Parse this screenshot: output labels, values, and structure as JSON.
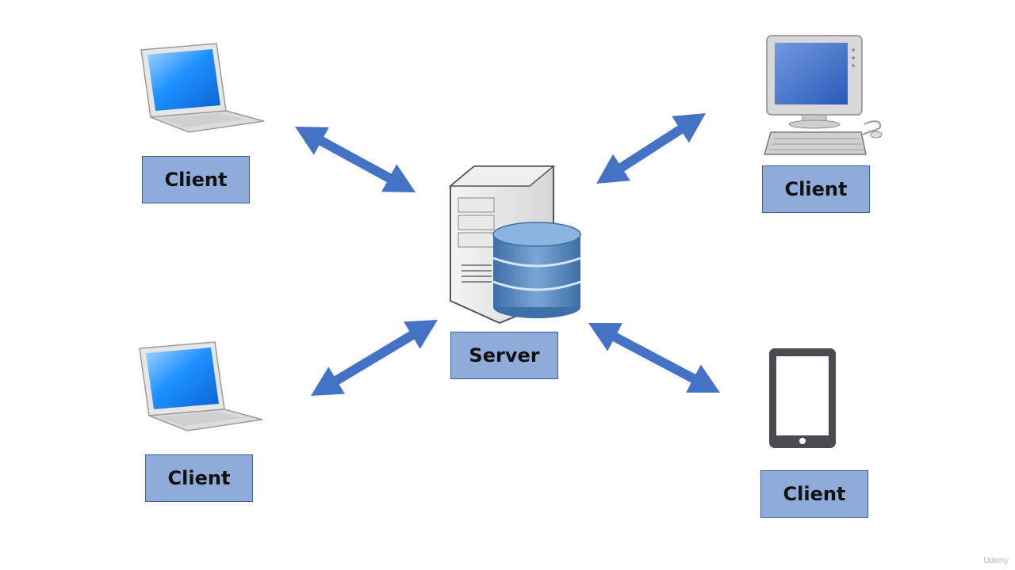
{
  "diagram": {
    "server": {
      "label": "Server"
    },
    "clients": [
      {
        "device": "laptop-icon",
        "label": "Client"
      },
      {
        "device": "desktop-computer-icon",
        "label": "Client"
      },
      {
        "device": "laptop-icon",
        "label": "Client"
      },
      {
        "device": "tablet-icon",
        "label": "Client"
      }
    ],
    "colors": {
      "arrow": "#4472c4",
      "label_fill": "#8fabd9",
      "label_border": "#3f5f9a",
      "screen": "#1e90ff",
      "database": "#5b8cc4"
    }
  },
  "watermark": "Udemy"
}
